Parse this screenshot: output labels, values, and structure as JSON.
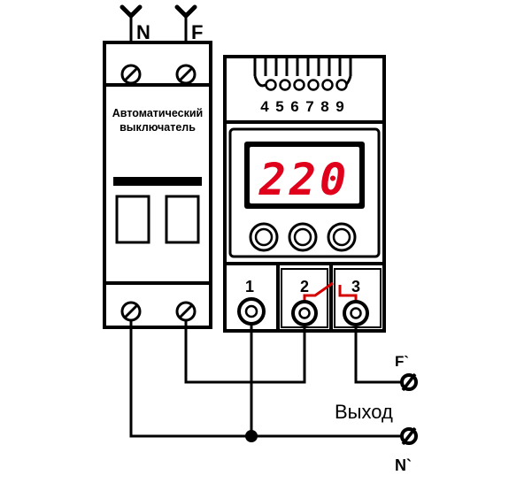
{
  "breaker": {
    "input_n_label": "N",
    "input_f_label": "F",
    "title_line1": "Автоматический",
    "title_line2": "выключатель"
  },
  "relay": {
    "aux_terminal_numbers": [
      "4",
      "5",
      "6",
      "7",
      "8",
      "9"
    ],
    "display_value": "220",
    "display_color": "#e0001b",
    "button_count": 3,
    "terminal_labels": [
      "1",
      "2",
      "3"
    ],
    "contact_color": "#d40000"
  },
  "output": {
    "f_label": "F`",
    "n_label": "N`",
    "caption": "Выход"
  }
}
